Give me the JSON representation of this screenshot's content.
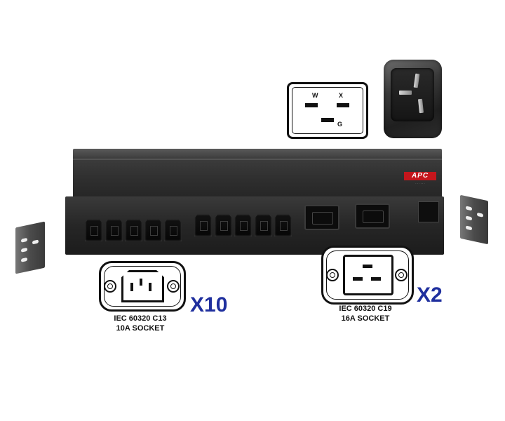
{
  "brand": {
    "logo_text": "APC",
    "colors": {
      "logo": "#c4161c",
      "quantity_text": "#1f2f9e"
    }
  },
  "plug_diagram": {
    "pin_w": "W",
    "pin_x": "X",
    "pin_g": "G"
  },
  "c13_socket": {
    "quantity": "X10",
    "caption_line1": "IEC 60320 C13",
    "caption_line2": "10A SOCKET"
  },
  "c19_socket": {
    "quantity": "X2",
    "caption_line1": "IEC 60320 C19",
    "caption_line2": "16A SOCKET"
  },
  "icons": {
    "inlet_photo": "c20-inlet-plug-icon",
    "outlets": "power-outlet-icon",
    "brackets": "mounting-bracket-icon"
  }
}
